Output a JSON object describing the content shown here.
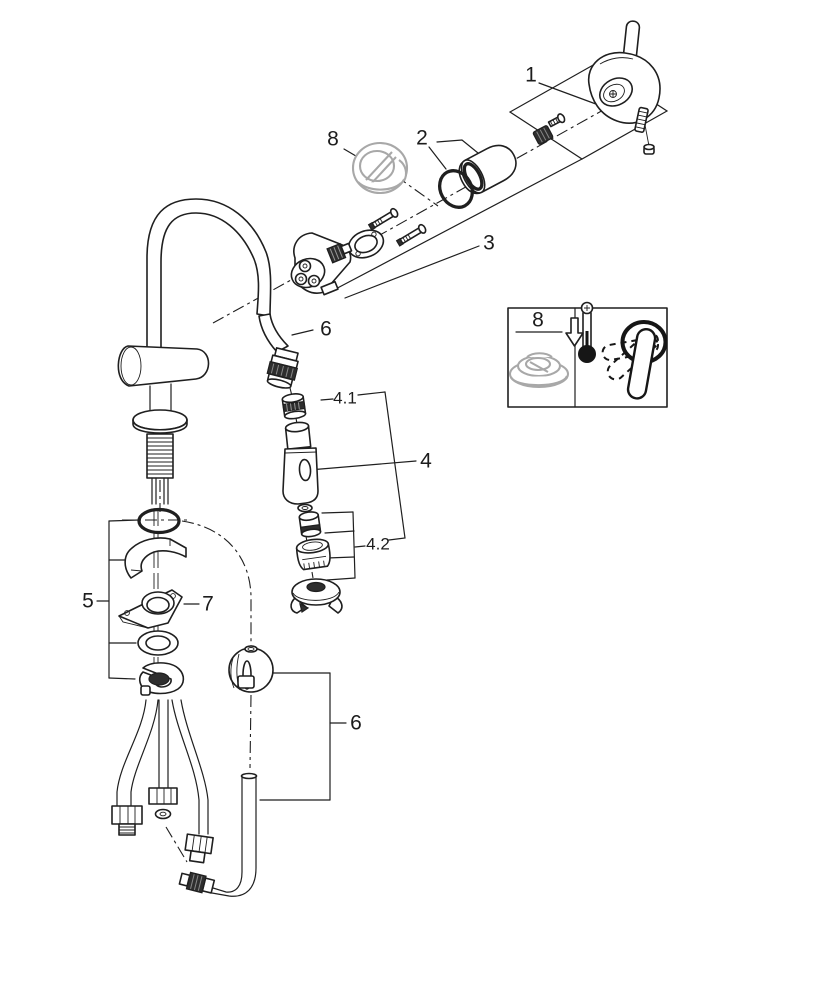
{
  "figure": {
    "type": "exploded-parts-diagram",
    "subject": "pull-out spout kitchen faucet line drawing",
    "background_color": "#ffffff",
    "line_color": "#1f1f1f",
    "grey_part_color": "#a8a8a8"
  },
  "callouts": {
    "part1": "1",
    "part2": "2",
    "part3": "3",
    "part4": "4",
    "part4_1": "4.1",
    "part4_2": "4.2",
    "part5": "5",
    "part6_spout_hose": "6",
    "part6_pullout_hose": "6",
    "part7": "7",
    "part8": "8",
    "inset_part8": "8"
  },
  "inset": {
    "label": "8",
    "icons": [
      "temperature-limiter-ring",
      "thermometer",
      "down-arrow",
      "lever-handle-positions"
    ]
  }
}
